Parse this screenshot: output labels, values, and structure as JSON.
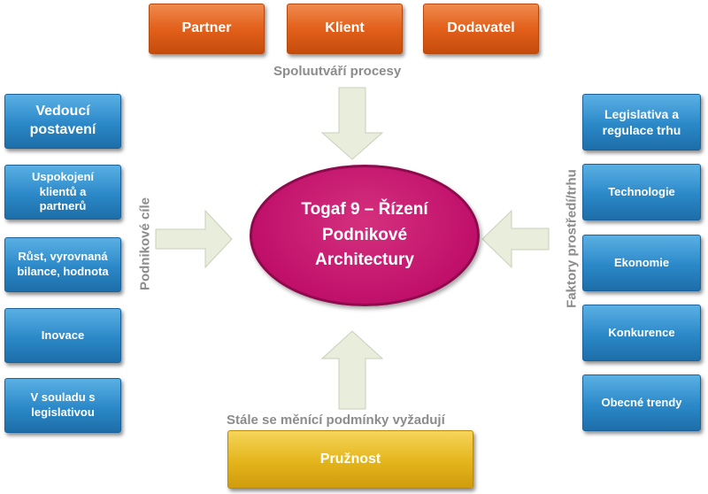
{
  "top_boxes": [
    "Partner",
    "Klient",
    "Dodavatel"
  ],
  "top_label": "Spoluutváří procesy",
  "left_label": "Podnikové cíle",
  "right_label": "Faktory prostředí/trhu",
  "bottom_label": "Stále se měnící podmínky vyžadují",
  "center_lines": [
    "Togaf 9 – Řízení",
    "Podnikové",
    "Architectury"
  ],
  "left_boxes": [
    [
      "Vedoucí",
      "postavení"
    ],
    [
      "Uspokojení",
      "klientů a",
      "partnerů"
    ],
    [
      "Růst, vyrovnaná",
      "bilance, hodnota"
    ],
    [
      "Inovace"
    ],
    [
      "V souladu s",
      "legislativou"
    ]
  ],
  "right_boxes": [
    [
      "Legislativa a",
      "regulace trhu"
    ],
    [
      "Technologie"
    ],
    [
      "Ekonomie"
    ],
    [
      "Konkurence"
    ],
    [
      "Obecné trendy"
    ]
  ],
  "bottom_box": "Pružnost",
  "colors": {
    "orange": "#e2601a",
    "blue": "#2b88c8",
    "gold": "#e4b41b",
    "center": "#c0106a",
    "arrow": "#e8eddc",
    "label_grey": "#8c8c8c"
  }
}
